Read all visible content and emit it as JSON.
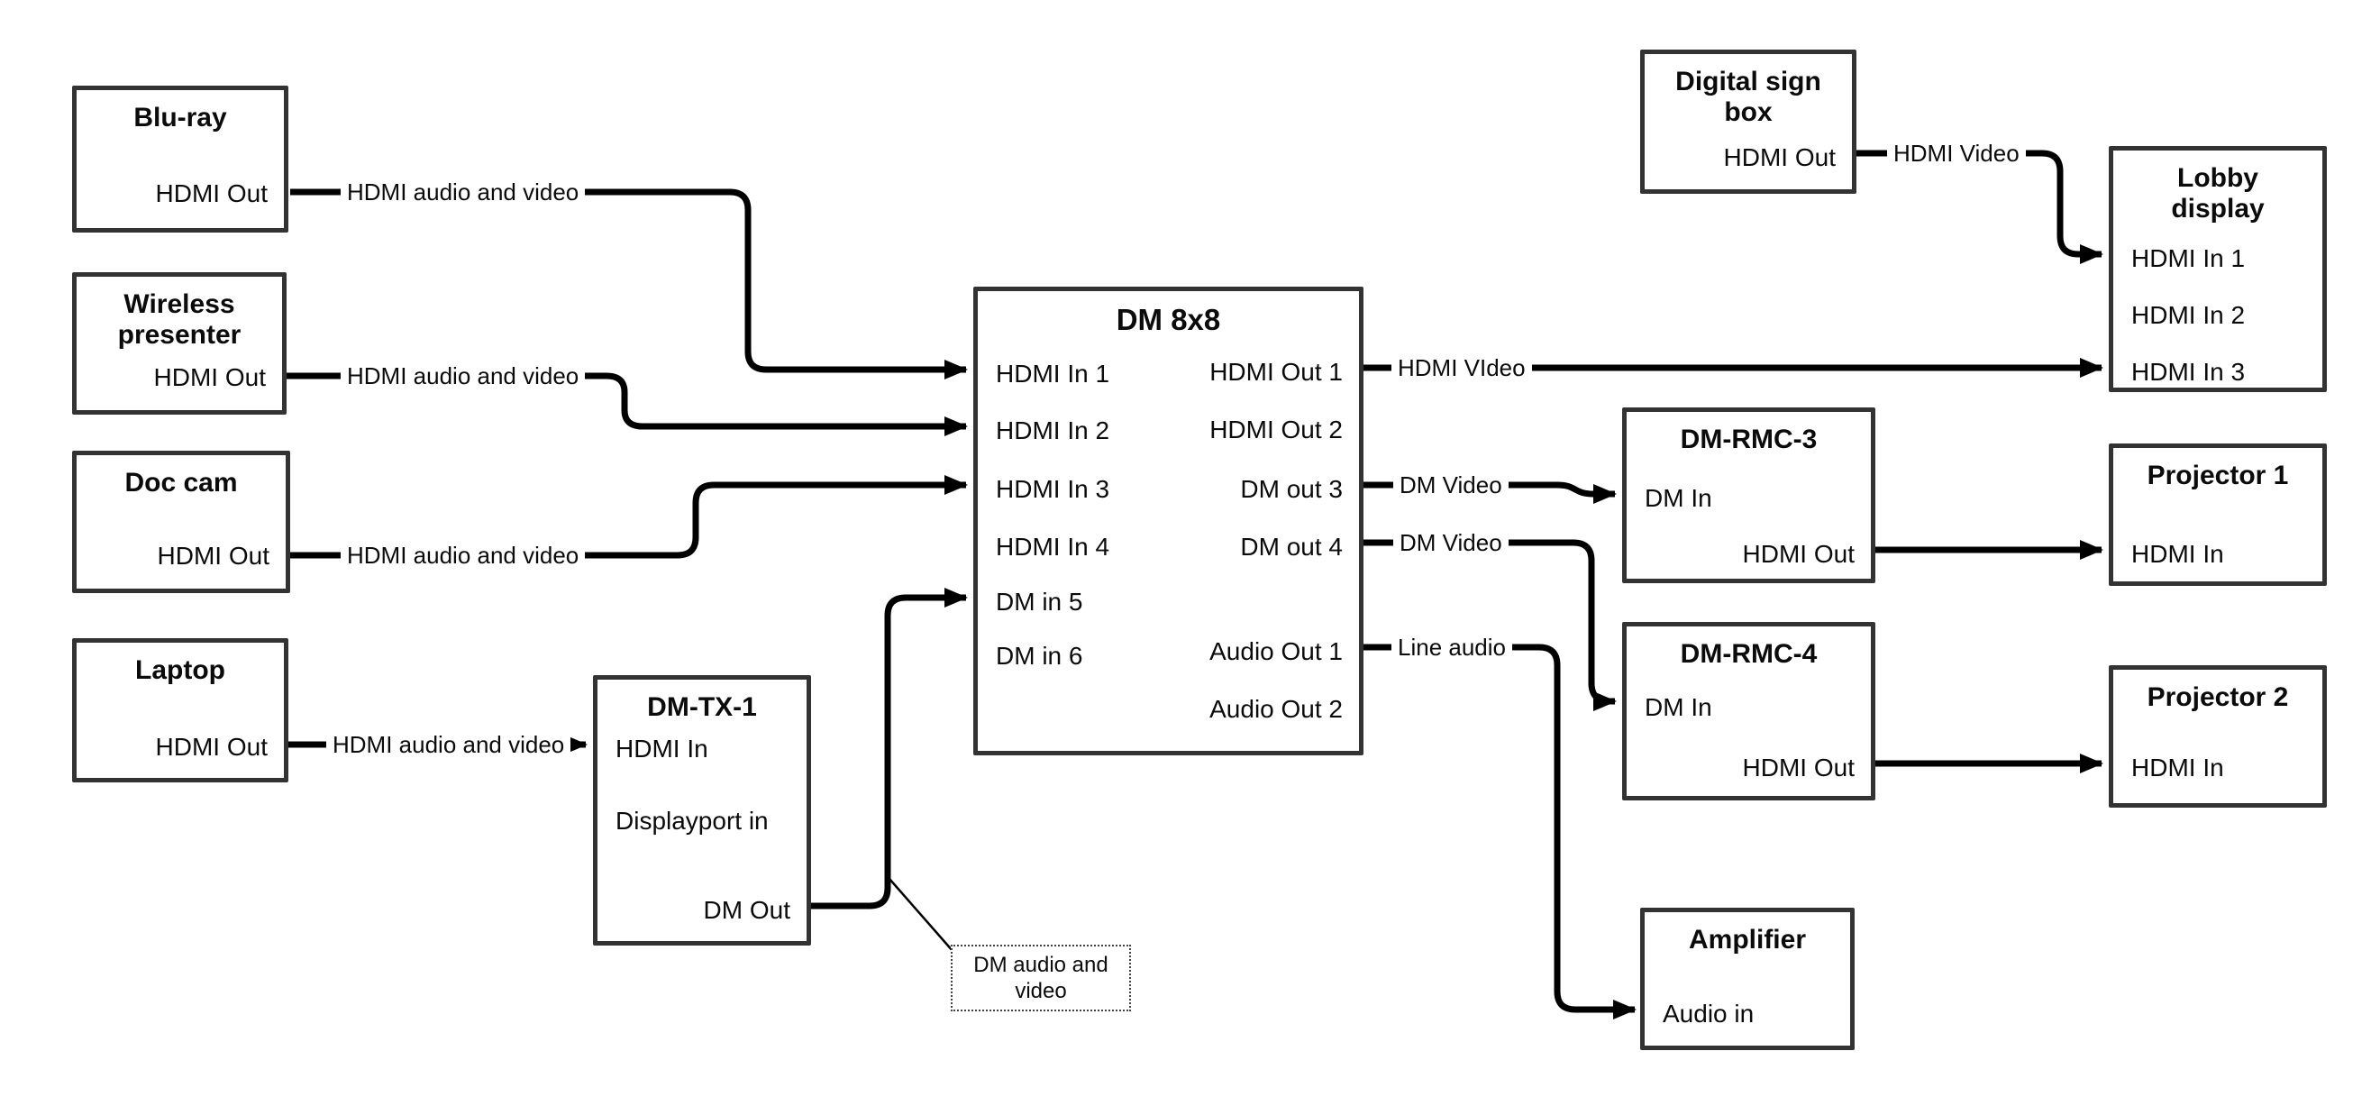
{
  "diagram": {
    "background": "#ffffff",
    "line_color": "#000000",
    "box_border_color": "#333333"
  },
  "boxes": {
    "bluray": {
      "title": "Blu-ray",
      "ports": {
        "hdmi_out": "HDMI Out"
      }
    },
    "wireless": {
      "title": "Wireless presenter",
      "ports": {
        "hdmi_out": "HDMI Out"
      }
    },
    "doccam": {
      "title": "Doc cam",
      "ports": {
        "hdmi_out": "HDMI Out"
      }
    },
    "laptop": {
      "title": "Laptop",
      "ports": {
        "hdmi_out": "HDMI Out"
      }
    },
    "dmtx1": {
      "title": "DM-TX-1",
      "ports": {
        "hdmi_in": "HDMI In",
        "displayport_in": "Displayport in",
        "dm_out": "DM Out"
      }
    },
    "dm8x8": {
      "title": "DM 8x8",
      "ports": {
        "hdmi_in_1": "HDMI In 1",
        "hdmi_in_2": "HDMI In 2",
        "hdmi_in_3": "HDMI In 3",
        "hdmi_in_4": "HDMI In 4",
        "dm_in_5": "DM in 5",
        "dm_in_6": "DM in 6",
        "hdmi_out_1": "HDMI Out 1",
        "hdmi_out_2": "HDMI Out 2",
        "dm_out_3": "DM out 3",
        "dm_out_4": "DM out 4",
        "audio_out_1": "Audio Out 1",
        "audio_out_2": "Audio Out 2"
      }
    },
    "sign": {
      "title": "Digital sign box",
      "ports": {
        "hdmi_out": "HDMI Out"
      }
    },
    "lobby": {
      "title": "Lobby display",
      "ports": {
        "hdmi_in_1": "HDMI In 1",
        "hdmi_in_2": "HDMI In 2",
        "hdmi_in_3": "HDMI In 3"
      }
    },
    "rmc3": {
      "title": "DM-RMC-3",
      "ports": {
        "dm_in": "DM In",
        "hdmi_out": "HDMI Out"
      }
    },
    "proj1": {
      "title": "Projector 1",
      "ports": {
        "hdmi_in": "HDMI In"
      }
    },
    "rmc4": {
      "title": "DM-RMC-4",
      "ports": {
        "dm_in": "DM In",
        "hdmi_out": "HDMI Out"
      }
    },
    "proj2": {
      "title": "Projector 2",
      "ports": {
        "hdmi_in": "HDMI In"
      }
    },
    "amp": {
      "title": "Amplifier",
      "ports": {
        "audio_in": "Audio in"
      }
    }
  },
  "cable_labels": {
    "bluray_to_dm8x8": "HDMI audio and video",
    "wireless_to_dm8x8": "HDMI audio and video",
    "doccam_to_dm8x8": "HDMI audio and video",
    "laptop_to_dmtx1": "HDMI audio and video",
    "dm8x8_to_lobby": "HDMI VIdeo",
    "sign_to_lobby": "HDMI Video",
    "dmout3_to_rmc3": "DM Video",
    "dmout4_to_rmc4": "DM Video",
    "audioout1_to_amp": "Line audio",
    "callout": "DM audio and video"
  }
}
